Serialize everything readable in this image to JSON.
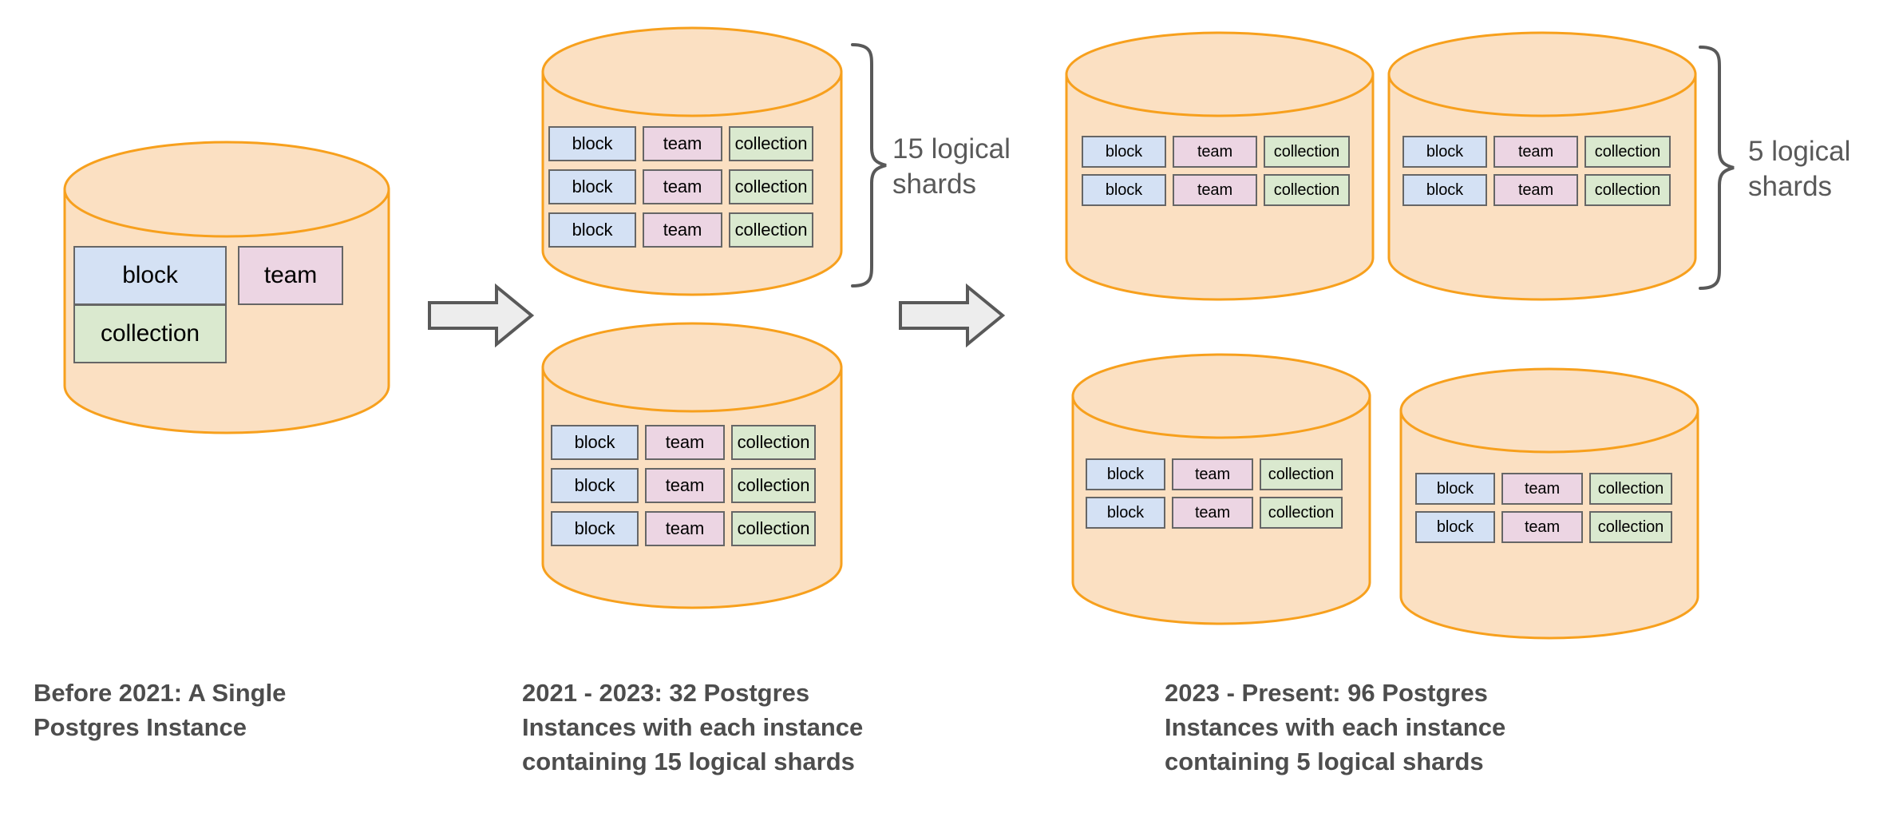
{
  "colors": {
    "cylinder_fill": "#fbe0c2",
    "cylinder_stroke": "#f7a01d",
    "block_fill": "#d4e1f4",
    "team_fill": "#ecd5e3",
    "collection_fill": "#dae9cf",
    "box_stroke": "#666666",
    "arrow_fill": "#ededed",
    "arrow_stroke": "#595959",
    "text": "#4d4d4d",
    "brace": "#595959",
    "background": "#ffffff"
  },
  "labels": {
    "block": "block",
    "team": "team",
    "collection": "collection"
  },
  "stages": [
    {
      "id": "before-2021",
      "caption": "Before 2021: A Single\nPostgres Instance",
      "instances": 1,
      "shards_per_instance": null,
      "shard_label": null,
      "tables": [
        "block",
        "team",
        "collection"
      ]
    },
    {
      "id": "2021-2023",
      "caption": "2021 - 2023: 32 Postgres\nInstances with each instance\ncontaining 15 logical shards",
      "instances": 32,
      "shards_per_instance": 15,
      "shard_label": "15 logical\nshards",
      "rows_drawn": 3
    },
    {
      "id": "2023-present",
      "caption": "2023 - Present: 96 Postgres\nInstances with each instance\ncontaining 5 logical shards",
      "instances": 96,
      "shards_per_instance": 5,
      "shard_label": "5 logical\nshards",
      "rows_drawn": 2
    }
  ],
  "arrows": [
    {
      "name": "arrow-stage1-to-stage2"
    },
    {
      "name": "arrow-stage2-to-stage3"
    }
  ]
}
